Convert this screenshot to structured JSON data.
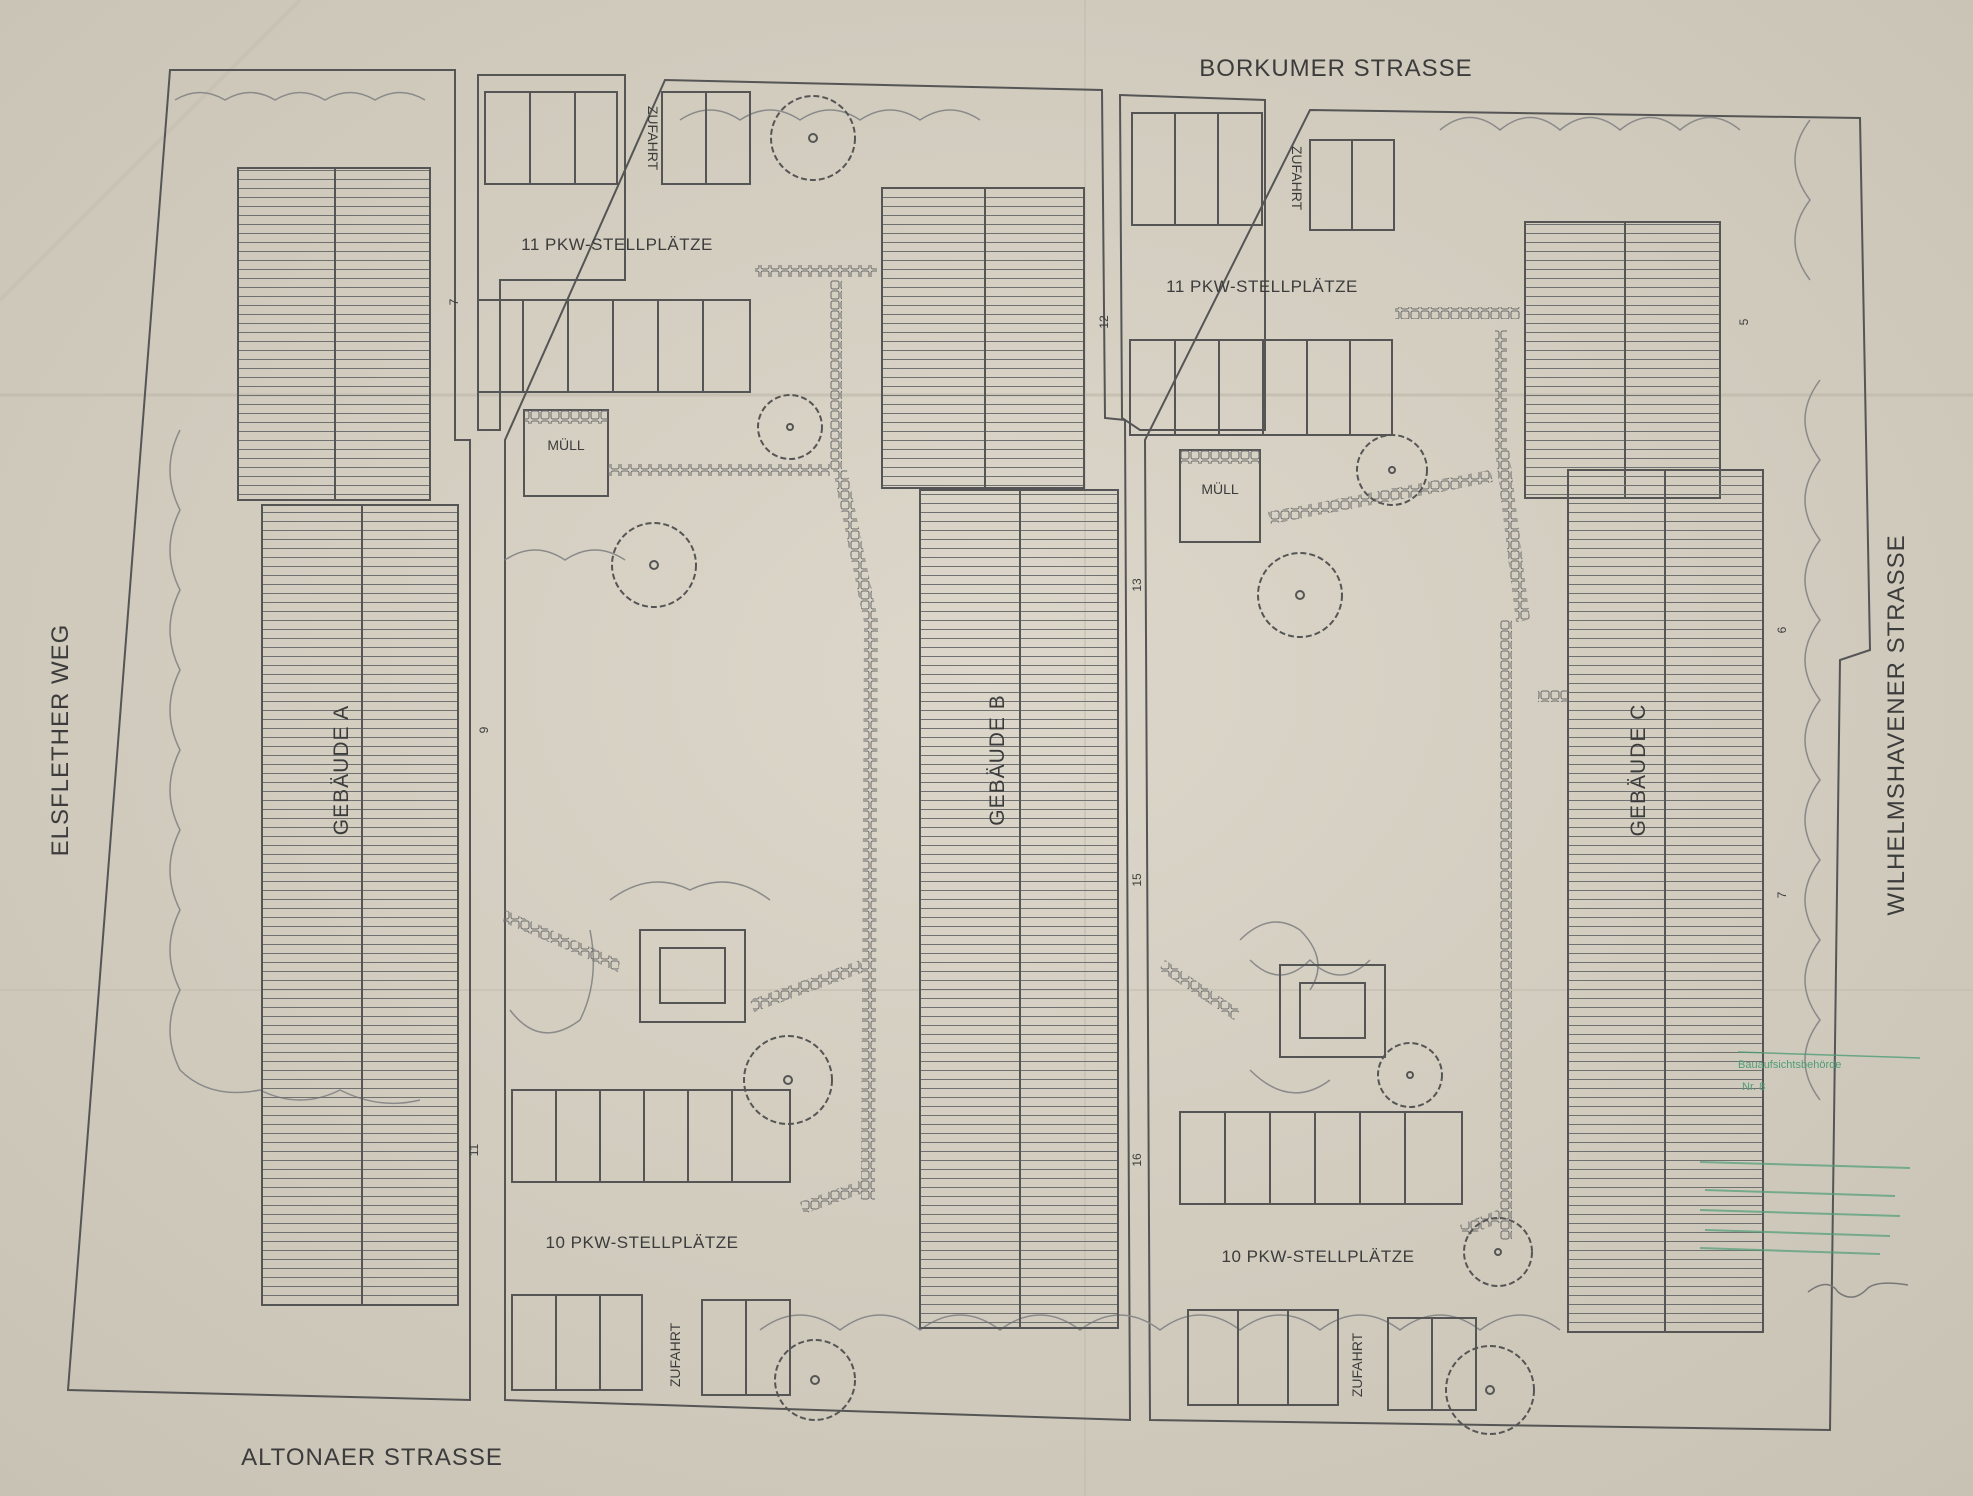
{
  "streets": {
    "north": "BORKUMER STRASSE",
    "south": "ALTONAER STRASSE",
    "west": "ELSFLETHER WEG",
    "east": "WILHELMSHAVENER STRASSE"
  },
  "buildings": {
    "a": "GEBÄUDE A",
    "b": "GEBÄUDE B",
    "c": "GEBÄUDE C"
  },
  "parking": {
    "north_left": "11 PKW-STELLPLÄTZE",
    "north_right": "11 PKW-STELLPLÄTZE",
    "south_left": "10 PKW-STELLPLÄTZE",
    "south_right": "10 PKW-STELLPLÄTZE"
  },
  "waste": {
    "left": "MÜLL",
    "right": "MÜLL"
  },
  "driveway": {
    "north_left": "ZUFAHRT",
    "north_right": "ZUFAHRT",
    "south_left": "ZUFAHRT",
    "south_right": "ZUFAHRT"
  },
  "entrance_numbers": [
    "7",
    "9",
    "11",
    "12",
    "13",
    "15",
    "16",
    "5",
    "6",
    "7"
  ],
  "stamp": {
    "line1": "Bauaufsichtsbehörde",
    "line2": "Nr. 8"
  },
  "colors": {
    "paper": "#d8d3c6",
    "ink": "#555555",
    "stamp": "#4f9d77",
    "background": "#cfcabd"
  }
}
